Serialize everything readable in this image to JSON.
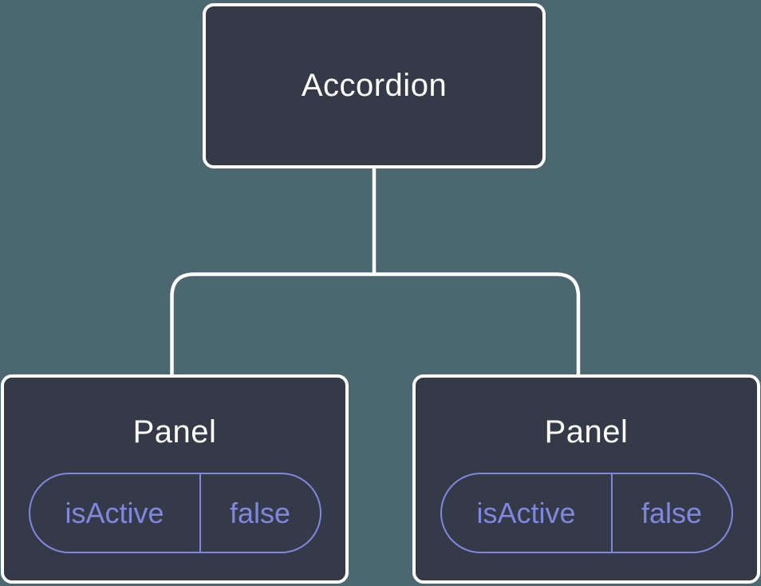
{
  "tree": {
    "root": {
      "label": "Accordion"
    },
    "children": [
      {
        "label": "Panel",
        "state": {
          "name": "isActive",
          "value": "false"
        }
      },
      {
        "label": "Panel",
        "state": {
          "name": "isActive",
          "value": "false"
        }
      }
    ]
  },
  "colors": {
    "background": "#4B6770",
    "node_fill": "#343A48",
    "node_border": "#FFFFFF",
    "connector": "#FFFFFF",
    "state_accent": "#8186DE",
    "label_text": "#FFFFFF"
  }
}
